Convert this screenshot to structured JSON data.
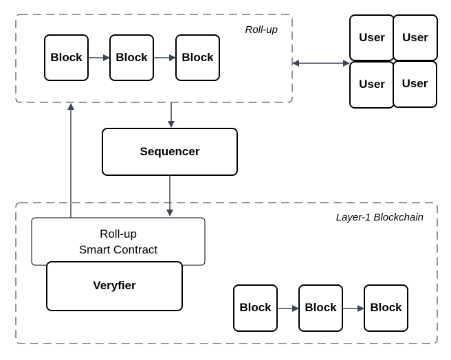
{
  "colors": {
    "edge": "#3c4654",
    "box_stroke": "#000000",
    "dashed_border": "#5a5a5a"
  },
  "rollup_group": {
    "title": "Roll-up",
    "blocks": [
      "Block",
      "Block",
      "Block"
    ]
  },
  "users": [
    "User",
    "User",
    "User",
    "User"
  ],
  "sequencer": {
    "label": "Sequencer"
  },
  "layer1_group": {
    "title": "Layer-1 Blockchain",
    "contract": {
      "line1": "Roll-up",
      "line2": "Smart Contract"
    },
    "verifier": {
      "label": "Veryfier"
    },
    "blocks": [
      "Block",
      "Block",
      "Block"
    ]
  }
}
